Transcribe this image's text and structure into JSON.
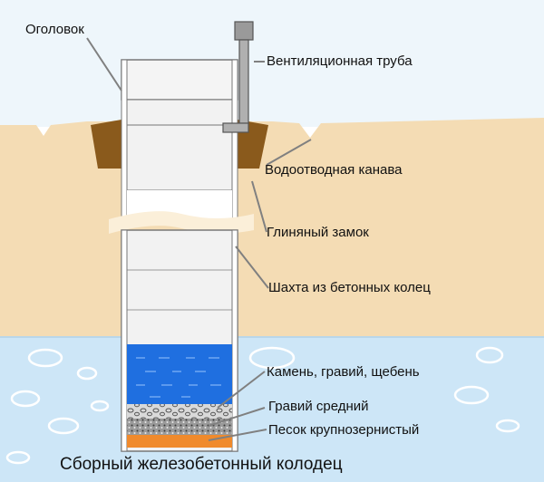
{
  "labels": {
    "head": "Оголовок",
    "vent_pipe": "Вентиляционная труба",
    "drain_ditch": "Водоотводная канава",
    "clay_lock": "Глиняный замок",
    "shaft": "Шахта из бетонных колец",
    "stone": "Камень, гравий, щебень",
    "gravel": "Гравий средний",
    "sand": "Песок крупнозернистый"
  },
  "caption": "Сборный железобетонный колодец",
  "colors": {
    "sky": "#eef6fb",
    "soil": "#f4dcb4",
    "water_layer": "#cde6f7",
    "well_water": "#1f6fe0",
    "clay": "#8a5a1c",
    "sand_layer": "#f08a2c",
    "concrete": "#f2f2f2",
    "leader": "#808080"
  }
}
